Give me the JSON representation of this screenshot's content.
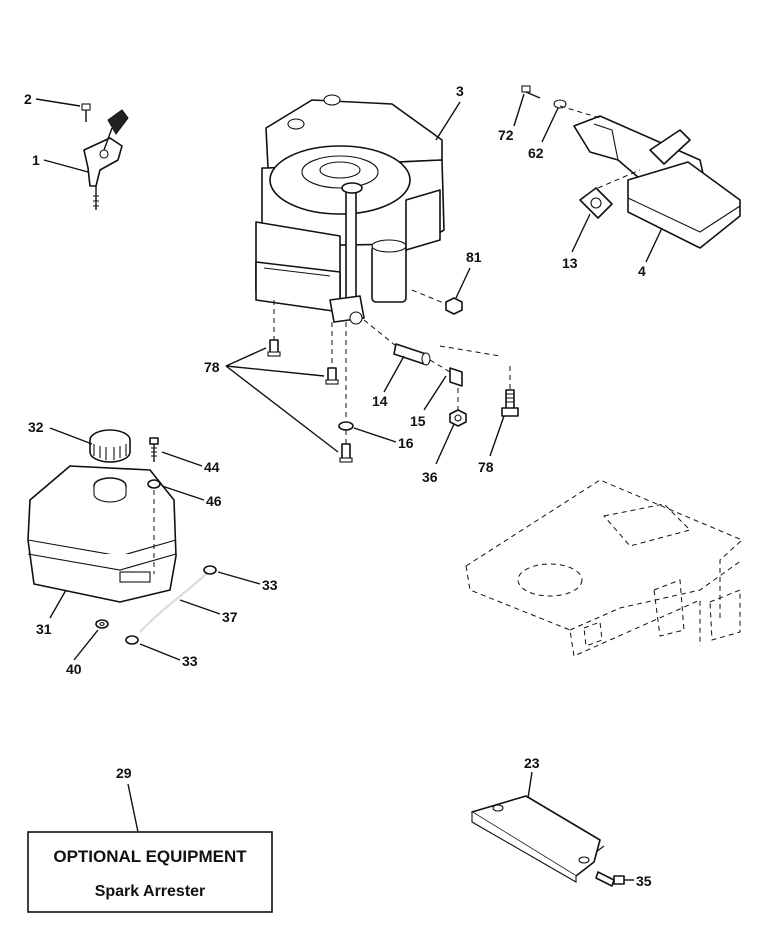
{
  "callouts": {
    "c1": "1",
    "c2": "2",
    "c3": "3",
    "c4": "4",
    "c13": "13",
    "c14": "14",
    "c15": "15",
    "c16": "16",
    "c23": "23",
    "c29": "29",
    "c31": "31",
    "c32": "32",
    "c33a": "33",
    "c33b": "33",
    "c35": "35",
    "c36": "36",
    "c37": "37",
    "c40": "40",
    "c44": "44",
    "c46": "46",
    "c62": "62",
    "c72": "72",
    "c78a": "78",
    "c78b": "78",
    "c81": "81"
  },
  "optional_box": {
    "title": "OPTIONAL EQUIPMENT",
    "subtitle": "Spark Arrester"
  },
  "colors": {
    "line": "#111111",
    "background": "#ffffff"
  }
}
